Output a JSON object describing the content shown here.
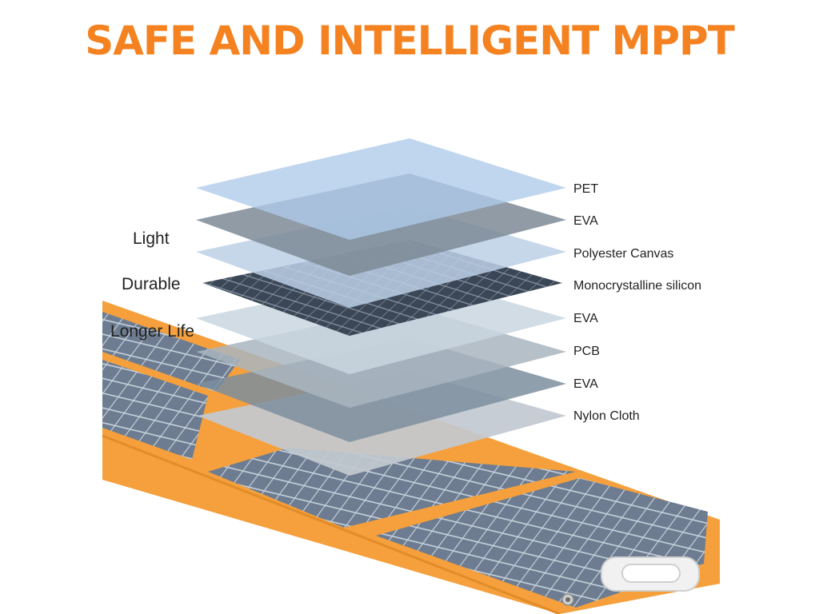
{
  "title": "SAFE AND INTELLIGENT MPPT",
  "features": [
    "Light",
    "Durable",
    "Longer Life"
  ],
  "layers": [
    "PET",
    "EVA",
    "Polyester Canvas",
    "Monocrystalline silicon",
    "EVA",
    "PCB",
    "EVA",
    "Nylon Cloth"
  ],
  "colors": {
    "accent": "#f58220",
    "panel_frame": "#f5a03c",
    "cell": "#6f7f94"
  },
  "icons": [
    "carry-handle-icon",
    "grommet-icon"
  ]
}
